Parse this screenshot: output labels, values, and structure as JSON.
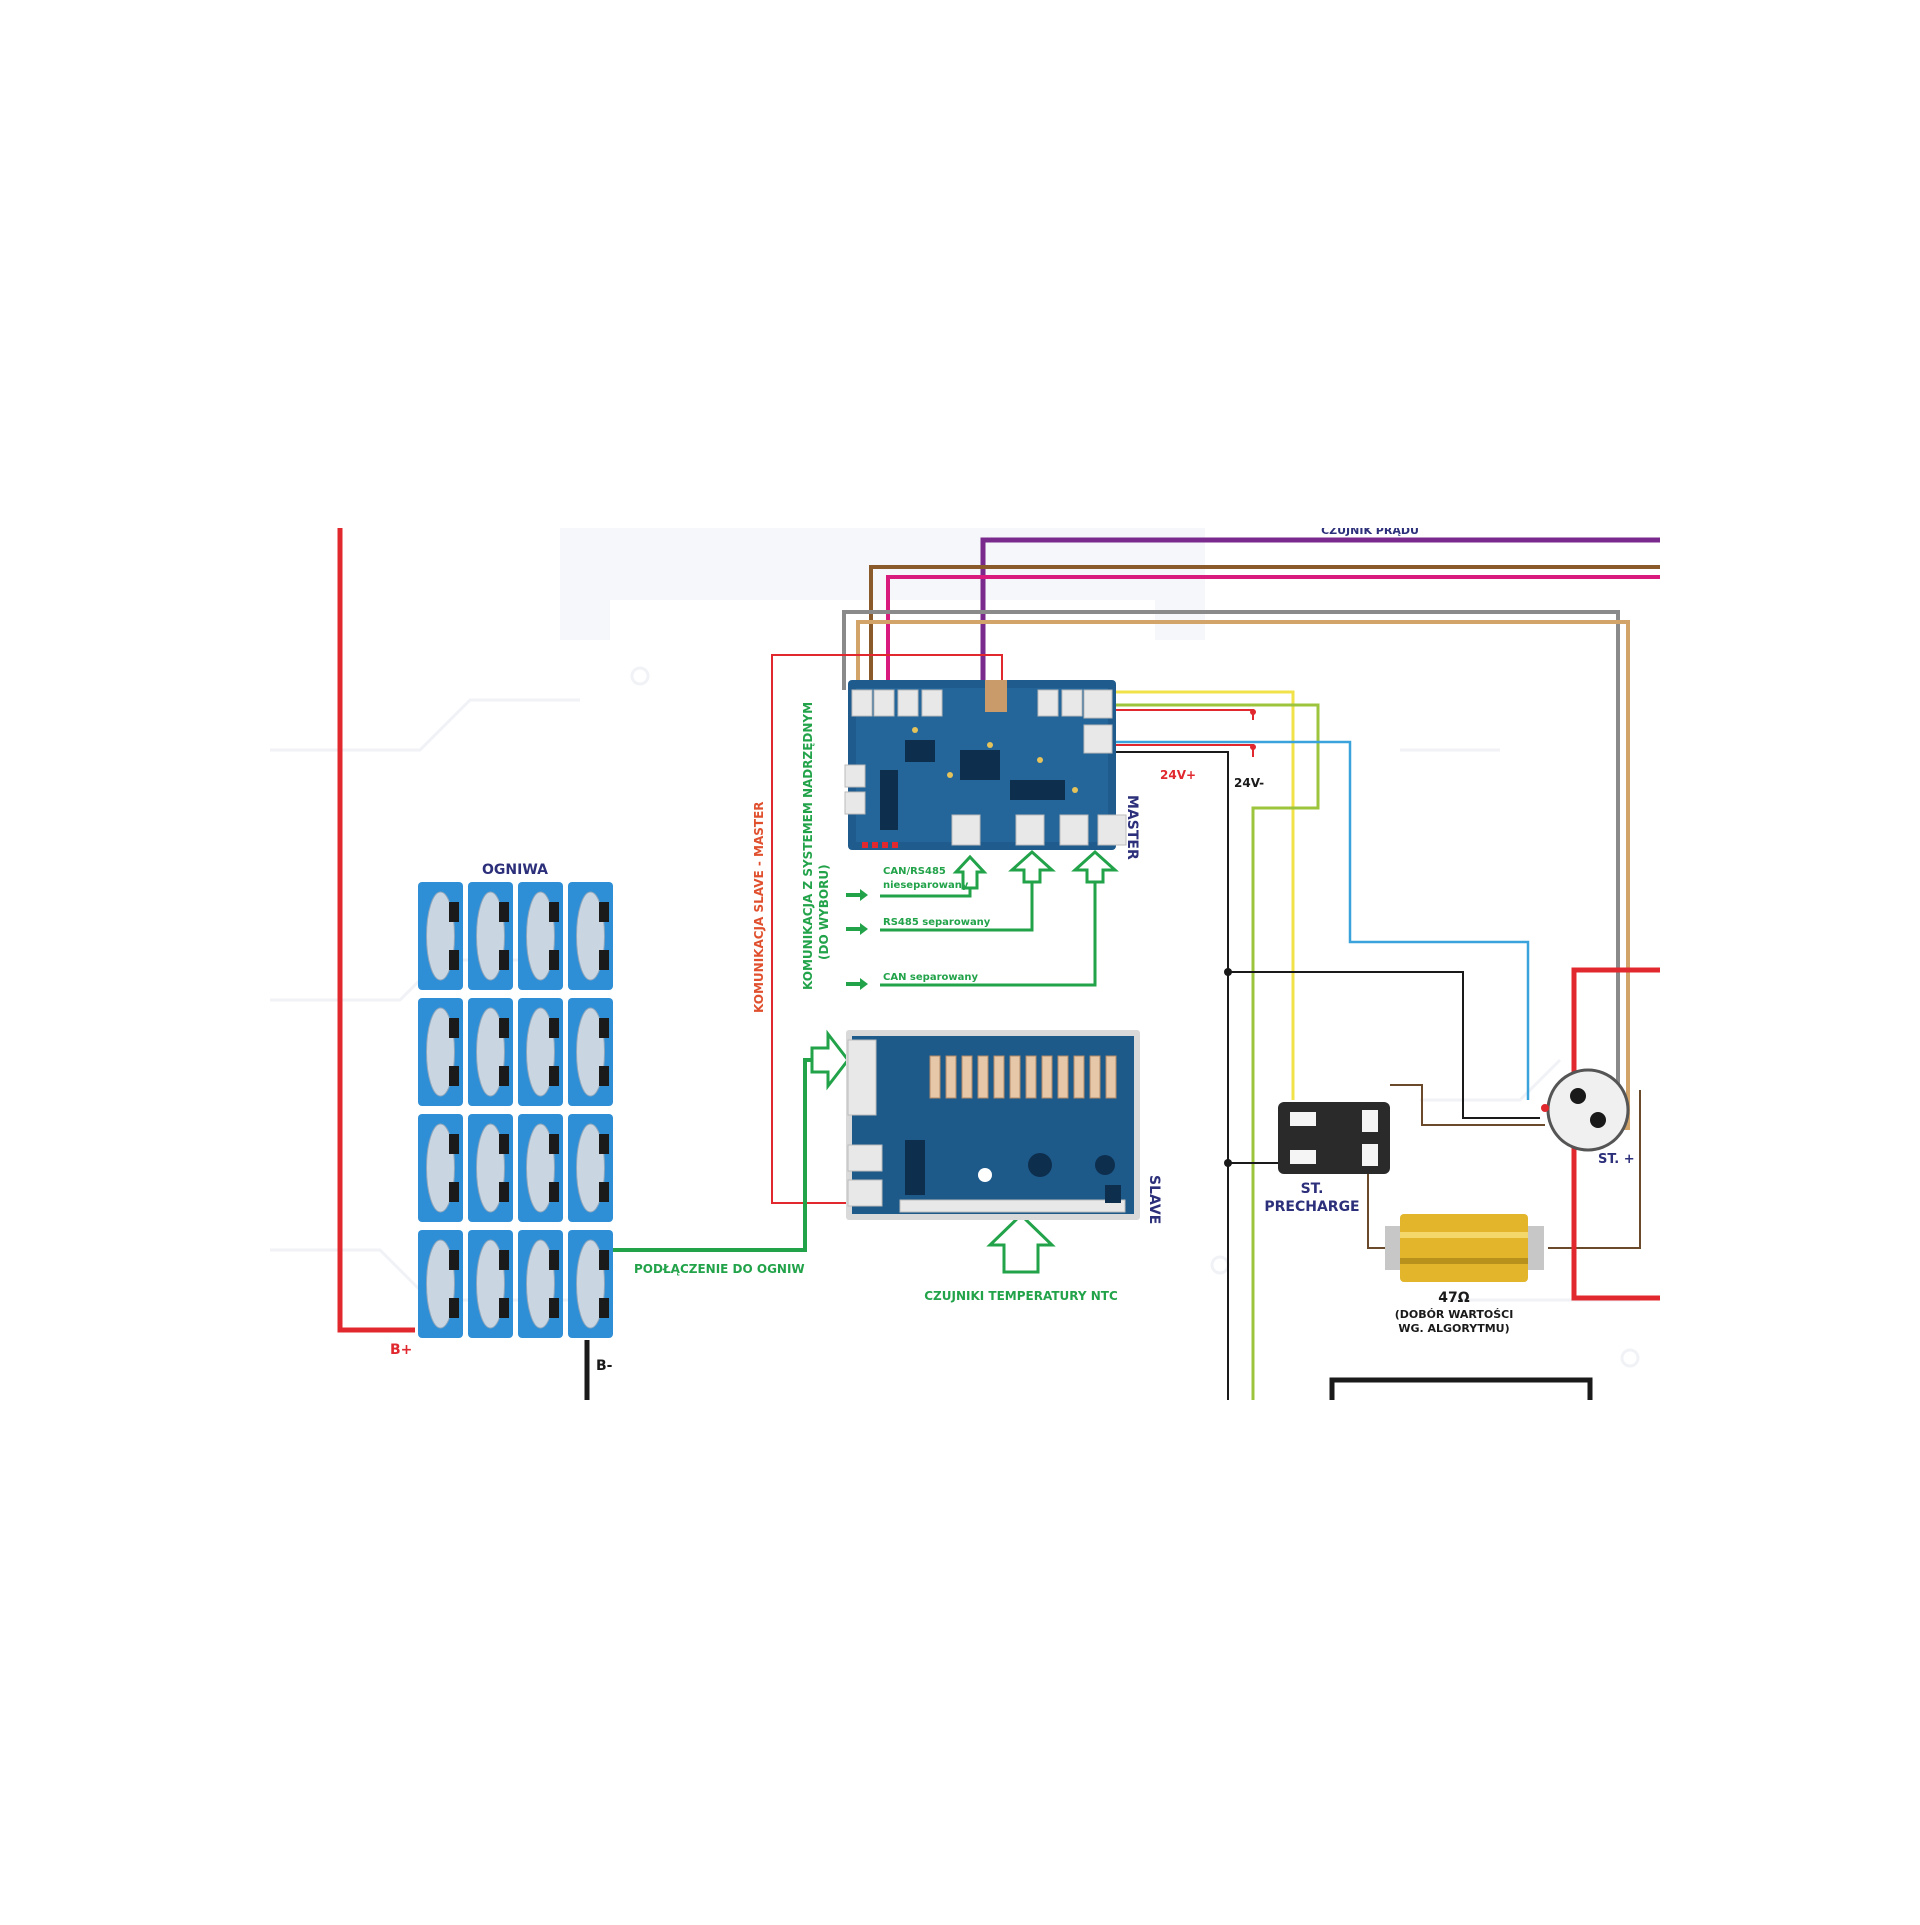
{
  "labels": {
    "ogniwa": "OGNIWA",
    "b_plus": "B+",
    "b_minus": "B-",
    "master": "MASTER",
    "slave": "SLAVE",
    "podlaczenie": "PODŁĄCZENIE DO OGNIW",
    "czujniki_ntc": "CZUJNIKI TEMPERATURY NTC",
    "komunikacja_slave_master": "KOMUNIKACJA SLAVE - MASTER",
    "komunikacja_nadrzedny_1": "KOMUNIKACJA Z SYSTEMEM NADRZĘDNYM",
    "komunikacja_nadrzedny_2": "(DO WYBORU)",
    "can_rs485_1": "CAN/RS485",
    "can_rs485_2": "nieseparowany",
    "rs485_sep": "RS485 separowany",
    "can_sep": "CAN separowany",
    "v24_plus": "24V+",
    "v24_minus": "24V-",
    "st_precharge_1": "ST.",
    "st_precharge_2": "PRECHARGE",
    "st_plus": "ST. +",
    "resistor_value": "47Ω",
    "resistor_note_1": "(DOBÓR WARTOŚCI",
    "resistor_note_2": "WG. ALGORYTMU)",
    "czujnik_pradu": "CZUJNIK PRĄDU"
  },
  "colors": {
    "red": "#e0282e",
    "green": "#22a34a",
    "navy": "#2c2f7a",
    "black": "#1a1a1a",
    "purple": "#7a2a8c",
    "brown": "#8b5a2b",
    "magenta": "#d81b7c",
    "gray": "#8a8a8a",
    "tan": "#d2a46a",
    "yellow": "#f2e24a",
    "lime": "#9cc43c",
    "blue": "#3ba3dc",
    "orange_text": "#e0502e",
    "pcb_blue": "#1f5b8c",
    "cell_blue": "#2f8fd6",
    "resistor_gold": "#e2b52a"
  },
  "cells": {
    "rows": 4,
    "cols": 4
  }
}
